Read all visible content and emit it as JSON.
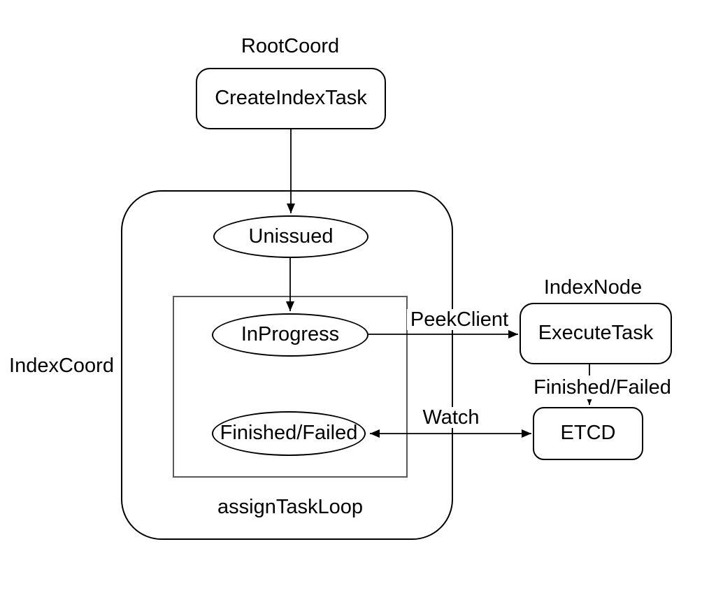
{
  "diagram": {
    "type": "flowchart",
    "background": "#ffffff",
    "external_labels": {
      "root_coord": "RootCoord",
      "index_coord": "IndexCoord",
      "index_node": "IndexNode",
      "assign_task_loop": "assignTaskLoop"
    },
    "nodes": {
      "create_index_task": {
        "label": "CreateIndexTask",
        "shape": "rounded-rectangle",
        "group": "RootCoord"
      },
      "unissued": {
        "label": "Unissued",
        "shape": "ellipse",
        "group": "IndexCoord"
      },
      "in_progress": {
        "label": "InProgress",
        "shape": "ellipse",
        "group": "assignTaskLoop"
      },
      "finished_failed": {
        "label": "Finished/Failed",
        "shape": "ellipse",
        "group": "assignTaskLoop"
      },
      "execute_task": {
        "label": "ExecuteTask",
        "shape": "rounded-rectangle",
        "group": "IndexNode"
      },
      "etcd": {
        "label": "ETCD",
        "shape": "rounded-rectangle",
        "group": ""
      }
    },
    "edges": [
      {
        "from": "CreateIndexTask",
        "to": "Unissued",
        "label": "",
        "arrows": "end"
      },
      {
        "from": "Unissued",
        "to": "InProgress",
        "label": "",
        "arrows": "end"
      },
      {
        "from": "InProgress",
        "to": "ExecuteTask",
        "label": "PeekClient",
        "arrows": "end"
      },
      {
        "from": "ExecuteTask",
        "to": "ETCD",
        "label": "Finished/Failed",
        "arrows": "end"
      },
      {
        "from": "Finished/Failed",
        "to": "ETCD",
        "label": "Watch",
        "arrows": "both"
      }
    ],
    "colors": {
      "node_stroke": "#000000",
      "outer_container_stroke": "#000000",
      "inner_container_stroke": "#595959",
      "edge_stroke": "#000000",
      "text": "#000000",
      "background": "#ffffff"
    }
  }
}
